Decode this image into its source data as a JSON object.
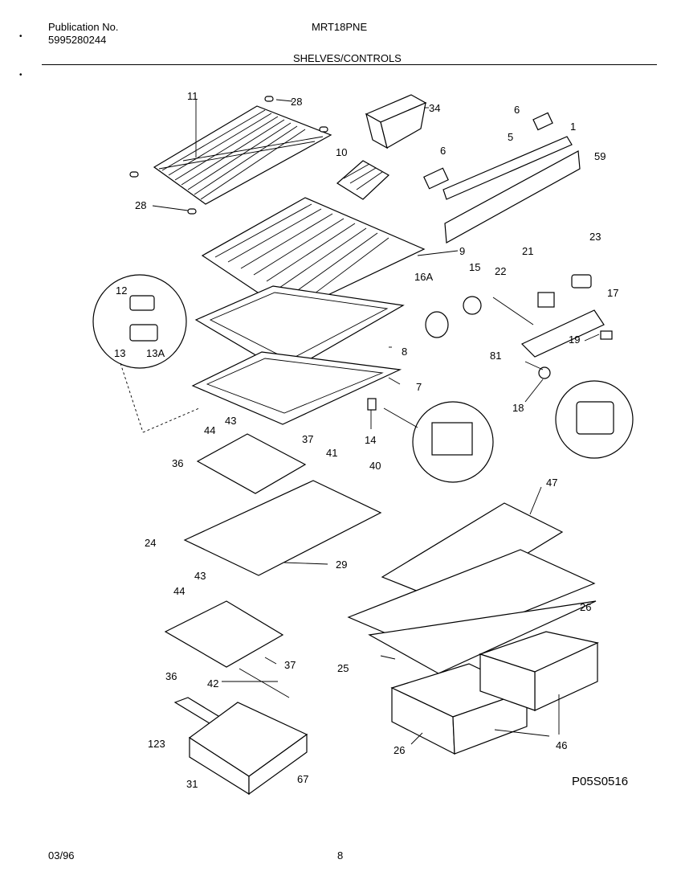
{
  "header": {
    "publication_label": "Publication No.",
    "publication_number": "5995280244",
    "model": "MRT18PNE",
    "section_title": "SHELVES/CONTROLS"
  },
  "footer": {
    "date": "03/96",
    "page": "8",
    "diagram_code": "P05S0516"
  },
  "callouts": {
    "c11": "11",
    "c28a": "28",
    "c28b": "28",
    "c10": "10",
    "c34": "34",
    "c6a": "6",
    "c6b": "6",
    "c5": "5",
    "c1": "1",
    "c59": "59",
    "c9": "9",
    "c16a": "16A",
    "c15": "15",
    "c22": "22",
    "c21": "21",
    "c23": "23",
    "c17": "17",
    "c12": "12",
    "c13": "13",
    "c13a": "13A",
    "c8": "8",
    "c7": "7",
    "c81": "81",
    "c19": "19",
    "c18": "18",
    "c14": "14",
    "c43a": "43",
    "c44a": "44",
    "c37a": "37",
    "c36a": "36",
    "c41": "41",
    "c40": "40",
    "c24": "24",
    "c29": "29",
    "c47": "47",
    "c43b": "43",
    "c44b": "44",
    "c37b": "37",
    "c36b": "36",
    "c26a": "26",
    "c25": "25",
    "c42": "42",
    "c123": "123",
    "c31": "31",
    "c67": "67",
    "c26b": "26",
    "c46": "46"
  }
}
